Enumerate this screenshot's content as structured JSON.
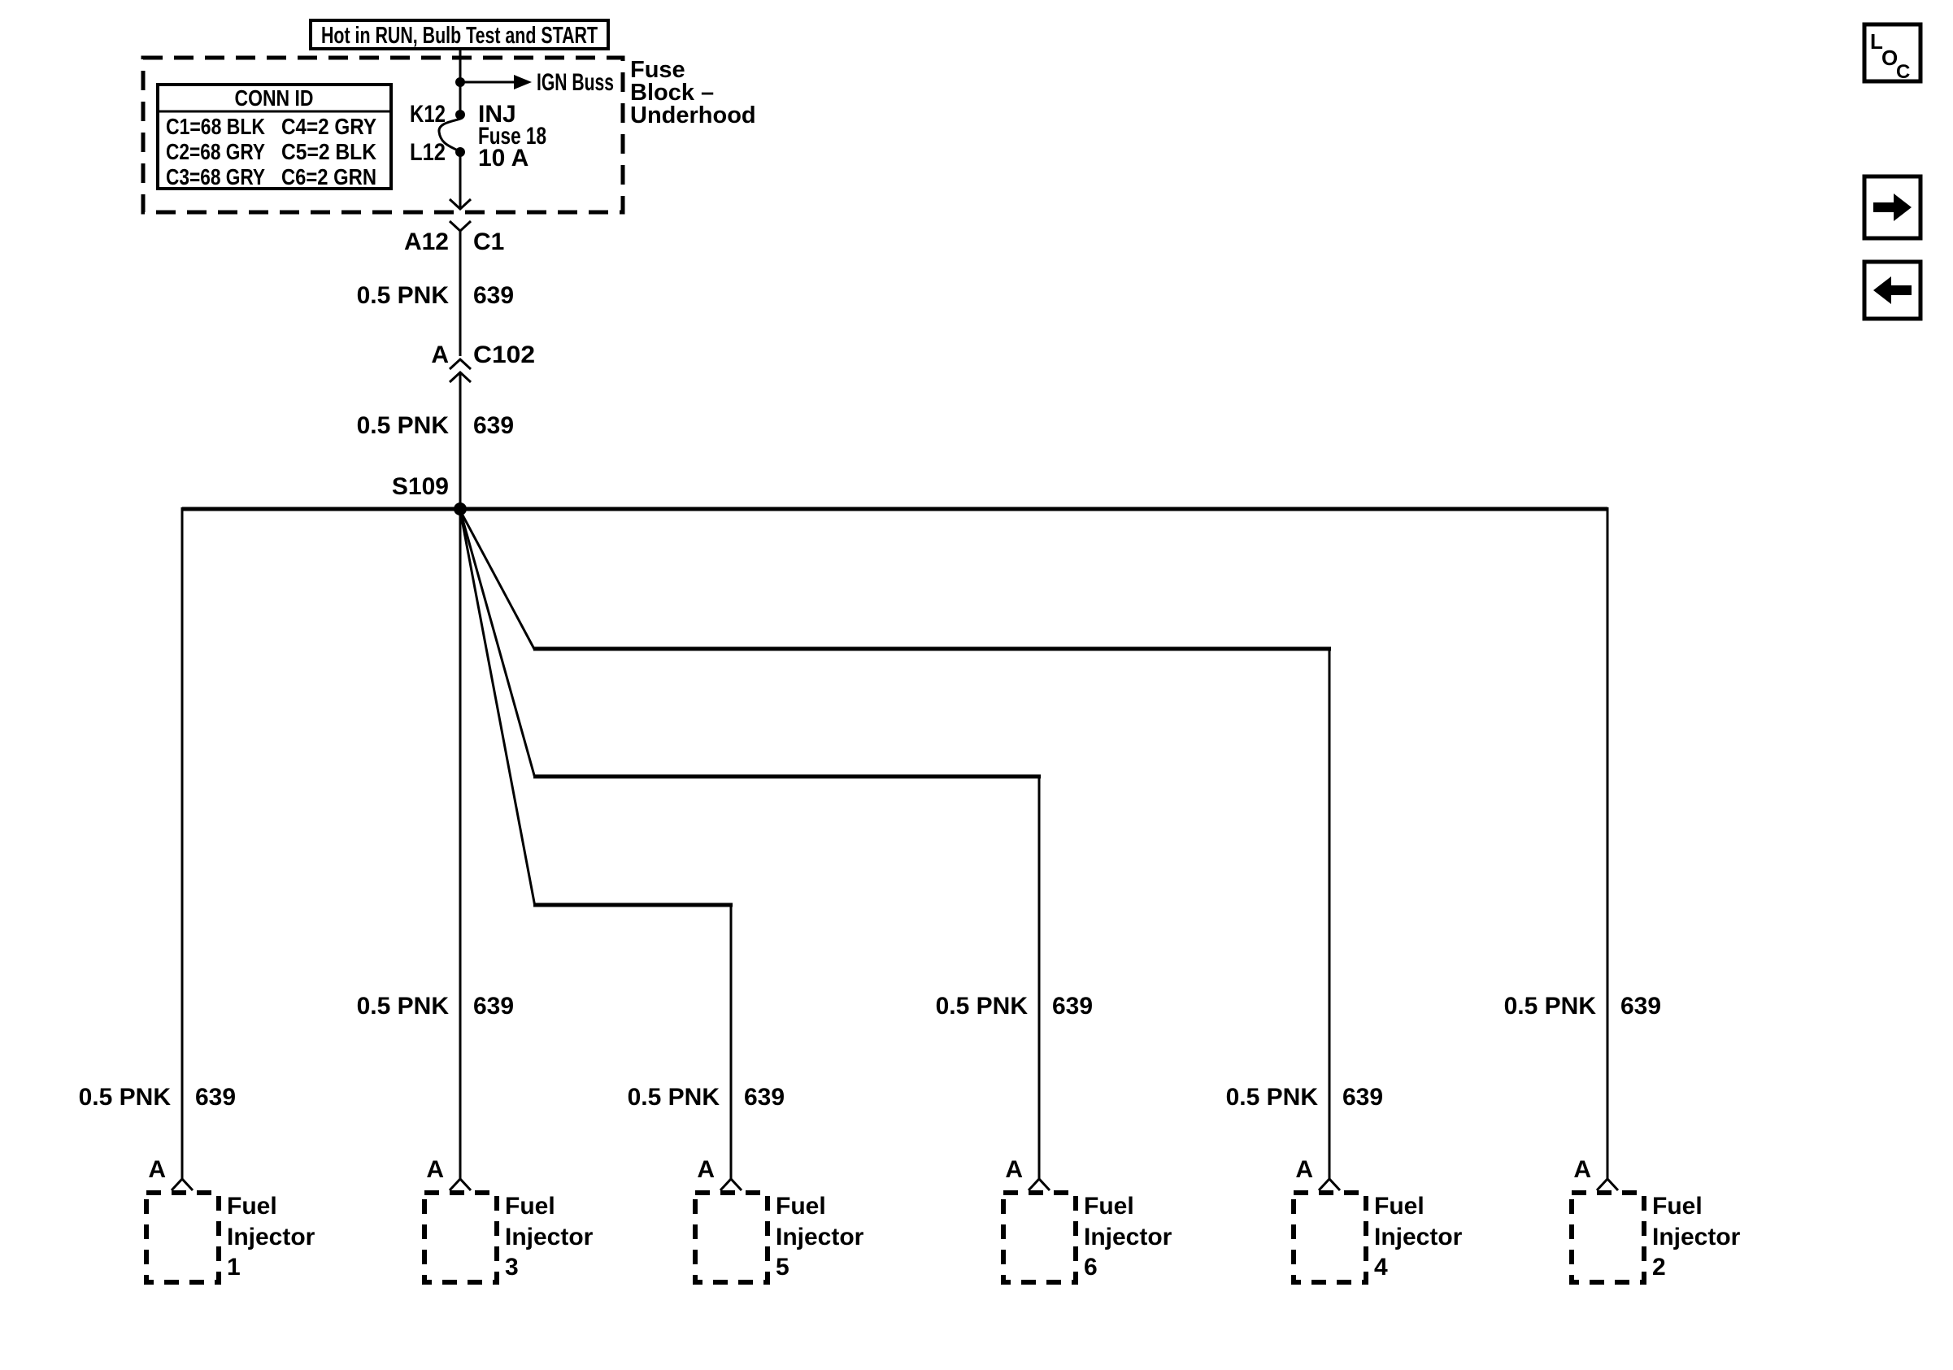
{
  "banner": {
    "text": "Hot in RUN, Bulb Test and START"
  },
  "fuse_block": {
    "name_line1": "Fuse",
    "name_line2": "Block –",
    "name_line3": "Underhood",
    "conn_id": {
      "title": "CONN ID",
      "rows": [
        {
          "left": "C1=68 BLK",
          "right": "C4=2 GRY"
        },
        {
          "left": "C2=68 GRY",
          "right": "C5=2 BLK"
        },
        {
          "left": "C3=68 GRY",
          "right": "C6=2 GRN"
        }
      ]
    },
    "ign_buss": "IGN Buss",
    "fuse_pin_top": "K12",
    "fuse_pin_bottom": "L12",
    "fuse_name": "INJ",
    "fuse_id": "Fuse 18",
    "fuse_rating": "10 A"
  },
  "connector_c1": {
    "pin": "A12",
    "name": "C1"
  },
  "connector_c102": {
    "pin": "A",
    "name": "C102"
  },
  "splice": {
    "name": "S109"
  },
  "wire": {
    "label": "0.5 PNK",
    "circuit": "639"
  },
  "injectors": [
    {
      "pin": "A",
      "line1": "Fuel",
      "line2": "Injector",
      "number": "1"
    },
    {
      "pin": "A",
      "line1": "Fuel",
      "line2": "Injector",
      "number": "3"
    },
    {
      "pin": "A",
      "line1": "Fuel",
      "line2": "Injector",
      "number": "5"
    },
    {
      "pin": "A",
      "line1": "Fuel",
      "line2": "Injector",
      "number": "6"
    },
    {
      "pin": "A",
      "line1": "Fuel",
      "line2": "Injector",
      "number": "4"
    },
    {
      "pin": "A",
      "line1": "Fuel",
      "line2": "Injector",
      "number": "2"
    }
  ],
  "nav": {
    "loc_l": "L",
    "loc_o": "O",
    "loc_c": "C"
  },
  "colors": {
    "ink": "#000000",
    "paper": "#ffffff"
  }
}
